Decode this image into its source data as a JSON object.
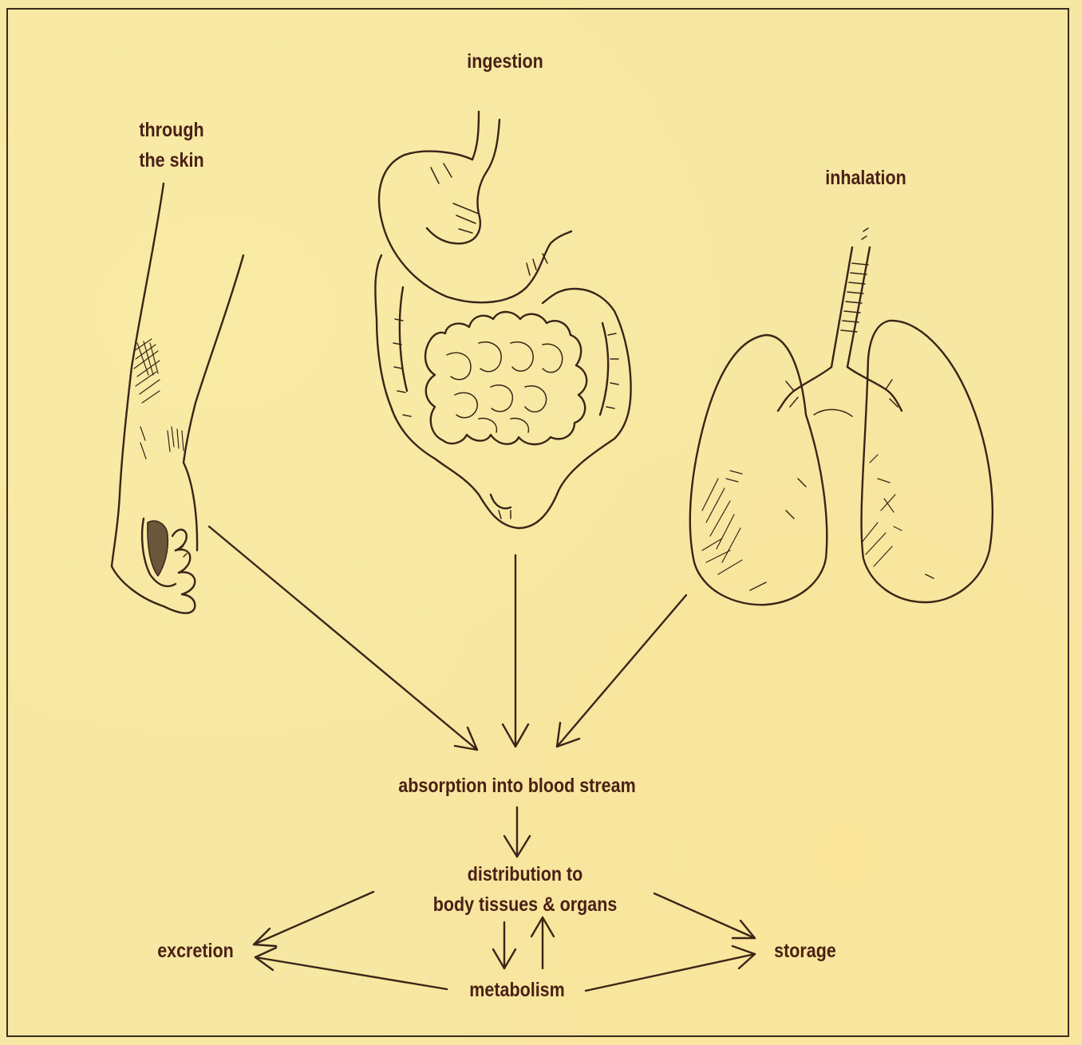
{
  "diagram": {
    "routes": {
      "skin": "through\nthe skin",
      "ingestion": "ingestion",
      "inhalation": "inhalation"
    },
    "steps": {
      "absorption": "absorption into blood stream",
      "distribution": "distribution to\nbody tissues & organs",
      "excretion": "excretion",
      "metabolism": "metabolism",
      "storage": "storage"
    },
    "colors": {
      "background": "#f6e7a2",
      "ink": "#3a2418",
      "text": "#4a1f14"
    },
    "icons": [
      "hand-illustration",
      "digestive-tract-illustration",
      "lungs-illustration"
    ]
  }
}
